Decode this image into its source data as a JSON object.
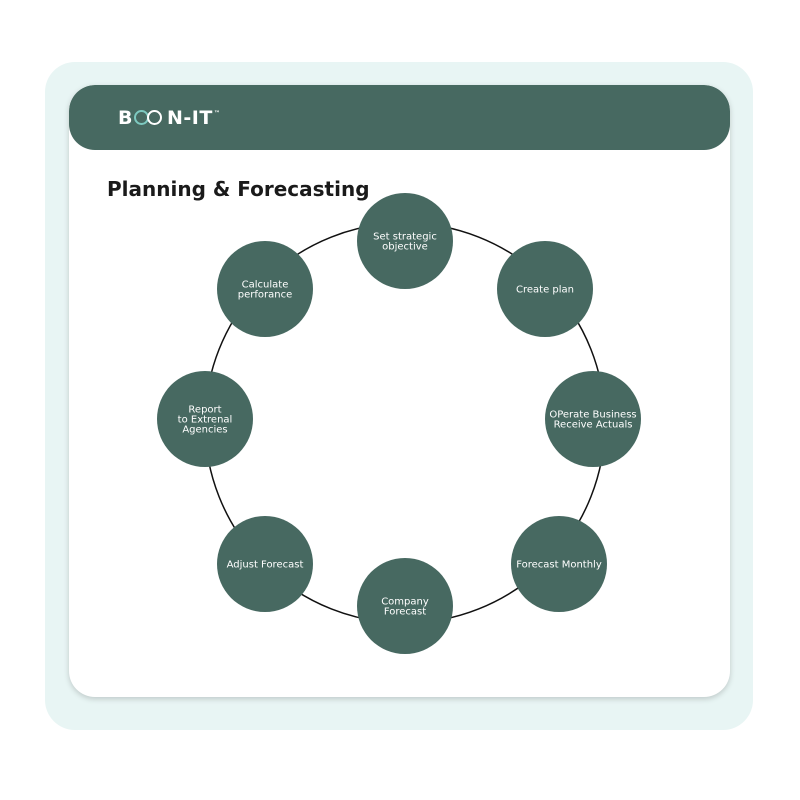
{
  "header": {
    "logo_text_b": "B",
    "logo_text_n": "N",
    "logo_text_it": "-IT"
  },
  "title": "Planning & Forecasting",
  "cycle": {
    "nodes": [
      {
        "id": "set-strategic-objective",
        "lines": [
          "Set strategic",
          "objective"
        ]
      },
      {
        "id": "create-plan",
        "lines": [
          "Create plan"
        ]
      },
      {
        "id": "operate-business",
        "lines": [
          "OPerate Business",
          "Receive Actuals"
        ]
      },
      {
        "id": "forecast-monthly",
        "lines": [
          "Forecast Monthly"
        ]
      },
      {
        "id": "company-forecast",
        "lines": [
          "Company",
          "Forecast"
        ]
      },
      {
        "id": "adjust-forecast",
        "lines": [
          "Adjust Forecast"
        ]
      },
      {
        "id": "report-external",
        "lines": [
          "Report",
          "to Extrenal",
          "Agencies"
        ]
      },
      {
        "id": "calculate-perforance",
        "lines": [
          "Calculate",
          "perforance"
        ]
      }
    ]
  },
  "colors": {
    "brand": "#476961",
    "panel_bg": "#e8f5f4",
    "logo_accent": "#7ec9c0"
  }
}
